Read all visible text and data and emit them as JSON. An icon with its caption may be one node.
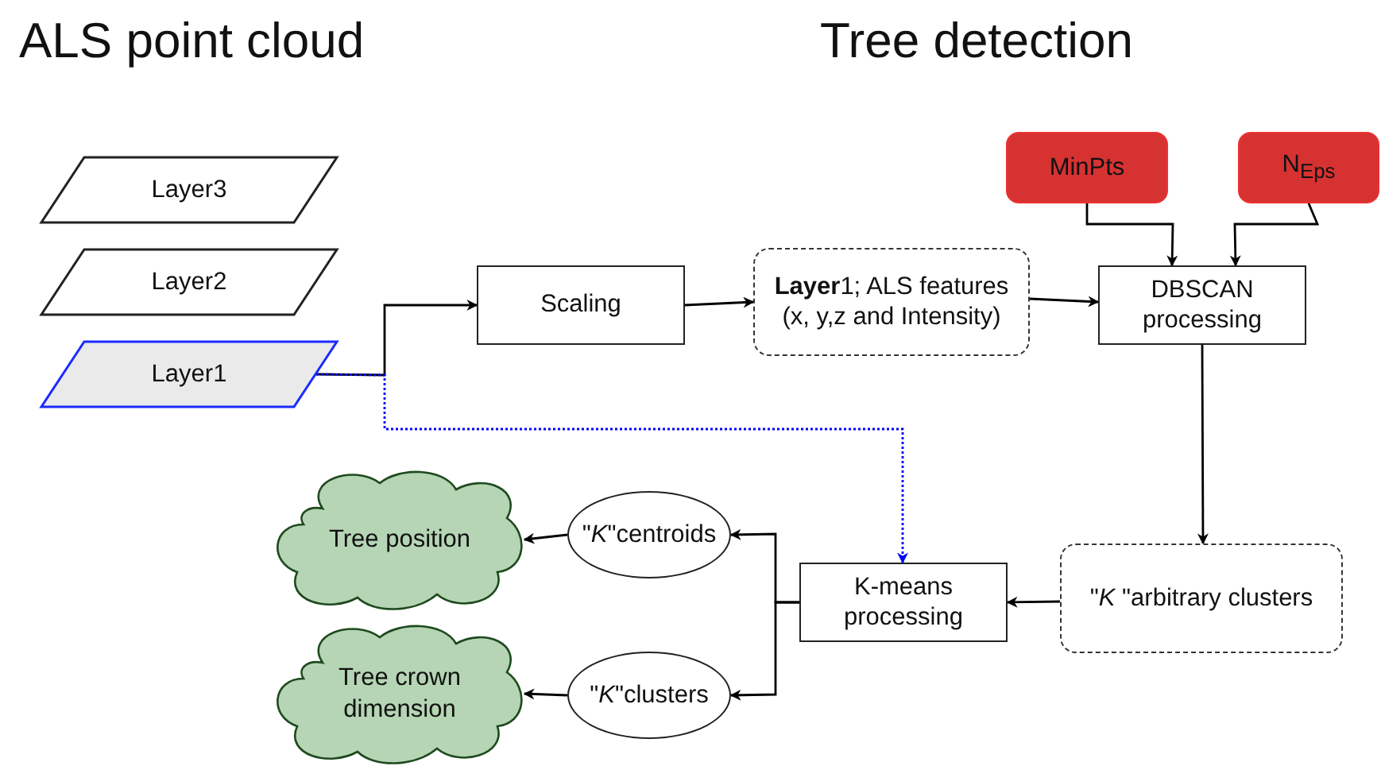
{
  "diagram": {
    "nodes": [
      {
        "text": [
          "Layer3"
        ]
      },
      {
        "text": [
          "Layer2"
        ]
      },
      {
        "text": [
          "Layer1"
        ]
      },
      {
        "text": [
          "Scaling"
        ]
      },
      {
        "text": [
          "**Layer**1; ALS features (x, y,z and Intensity)"
        ]
      },
      {
        "text": [
          "MinPts"
        ]
      },
      {
        "text": [
          "N$_{Eps}$"
        ]
      },
      {
        "text": [
          "DBSCAN processing"
        ]
      },
      {
        "text": [
          "\"*K* \"arbitrary clusters"
        ]
      },
      {
        "text": [
          "K-means processing"
        ]
      },
      {
        "text": [
          "\"*K*\"centroids"
        ]
      },
      {
        "text": [
          "\"*K*\"clusters"
        ]
      },
      {
        "text": [
          "Tree position"
        ]
      },
      {
        "text": [
          "Tree crown dimension"
        ]
      }
    ],
    "edges": [
      {
        "from": 2,
        "to": 3,
        "arrow": "to"
      },
      {
        "from": 2,
        "to": 9,
        "arrow": "to",
        "style": "dashed",
        "color": "#0000ff"
      },
      {
        "from": 3,
        "to": 4,
        "arrow": "to"
      },
      {
        "from": 4,
        "to": 7,
        "arrow": "to"
      },
      {
        "from": 5,
        "to": 7,
        "arrow": "to"
      },
      {
        "from": 6,
        "to": 7,
        "arrow": "to"
      },
      {
        "from": 7,
        "to": 8,
        "arrow": "to"
      },
      {
        "from": 8,
        "to": 9,
        "arrow": "to"
      },
      {
        "from": 9,
        "to": 10,
        "arrow": "to"
      },
      {
        "from": 9,
        "to": 11,
        "arrow": "to"
      },
      {
        "from": 10,
        "to": 12,
        "arrow": "to"
      },
      {
        "from": 11,
        "to": 13,
        "arrow": "to"
      }
    ],
    "labels": [
      "ALS point cloud",
      "Tree detection"
    ]
  }
}
